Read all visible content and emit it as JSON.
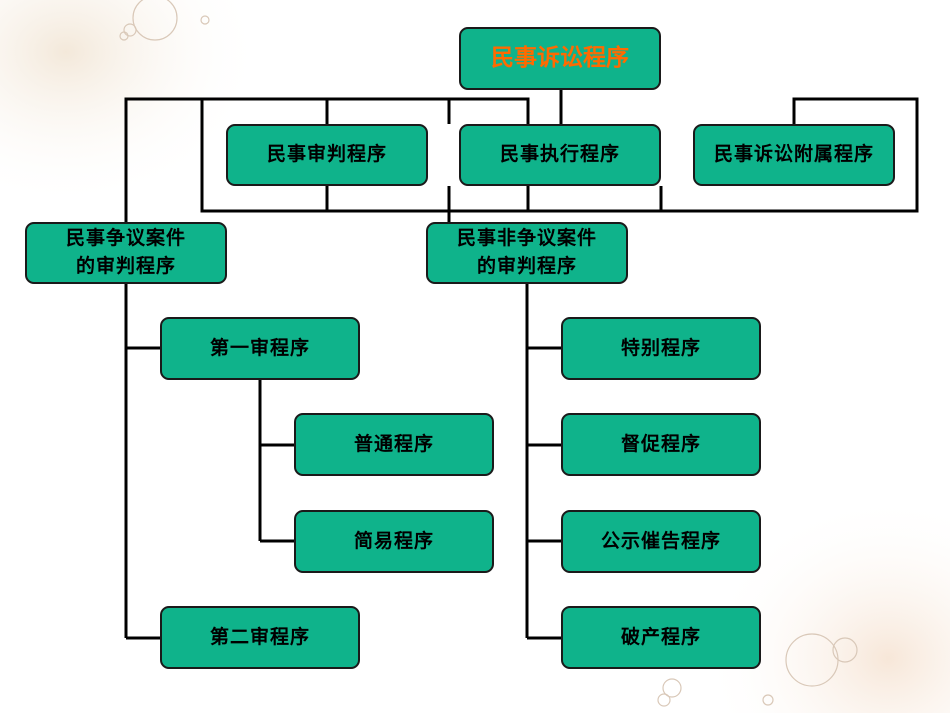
{
  "colors": {
    "box_fill": "#0fb38b",
    "box_border": "#1a1a1a",
    "root_text": "#ff6a00",
    "text": "#000000"
  },
  "nodes": {
    "root": "民事诉讼程序",
    "trial": "民事审判程序",
    "execution": "民事执行程序",
    "ancillary": "民事诉讼附属程序",
    "contentious": "民事争议案件\n的审判程序",
    "noncontentious": "民事非争议案件\n的审判程序",
    "first_instance": "第一审程序",
    "ordinary": "普通程序",
    "simplified": "简易程序",
    "second_instance": "第二审程序",
    "special": "特别程序",
    "supervision": "督促程序",
    "public_notice": "公示催告程序",
    "bankruptcy": "破产程序"
  }
}
